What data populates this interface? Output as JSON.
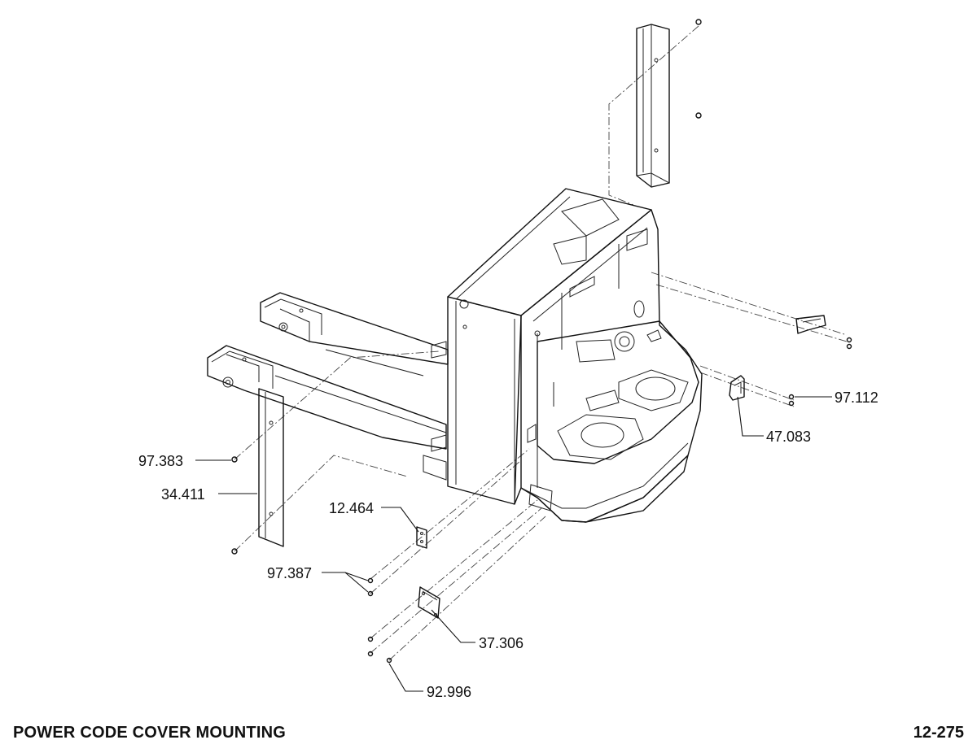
{
  "callouts": {
    "p97_112": "97.112",
    "p47_083": "47.083",
    "p97_383": "97.383",
    "p34_411": "34.411",
    "p12_464": "12.464",
    "p97_387": "97.387",
    "p37_306": "37.306",
    "p92_996": "92.996"
  },
  "footer": {
    "title": "POWER CODE COVER MOUNTING",
    "page": "12-275"
  }
}
